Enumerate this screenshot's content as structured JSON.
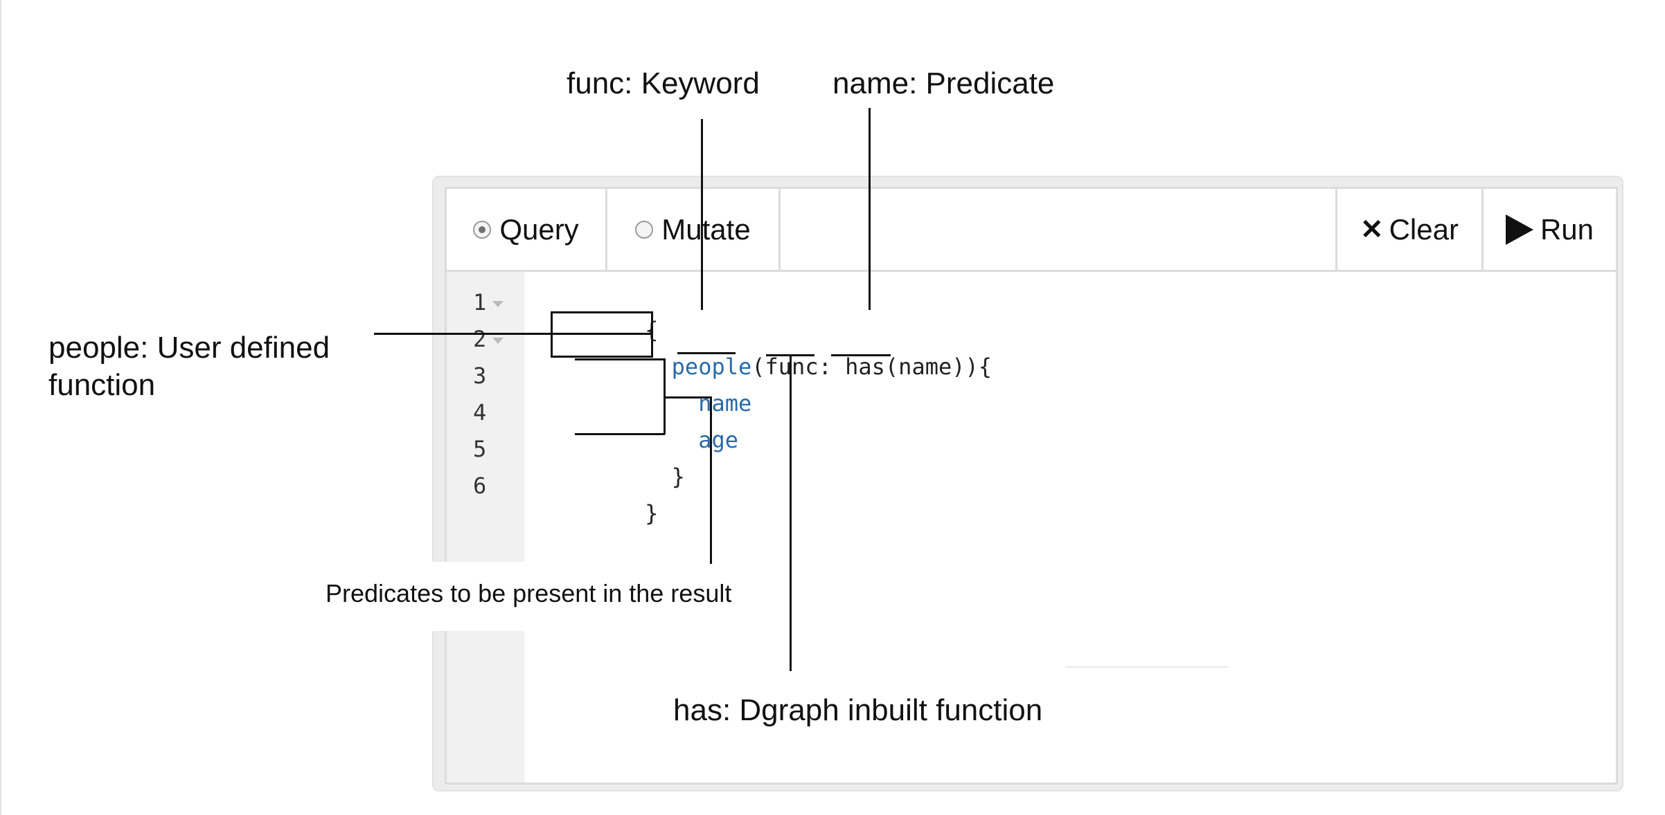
{
  "toolbar": {
    "query_label": "Query",
    "mutate_label": "Mutate",
    "clear_label": "Clear",
    "run_label": "Run",
    "selected_mode": "Query"
  },
  "editor": {
    "line_numbers": [
      "1",
      "2",
      "3",
      "4",
      "5",
      "6"
    ],
    "lines": [
      {
        "parts": [
          {
            "text": "{",
            "cls": "plain"
          }
        ]
      },
      {
        "parts": [
          {
            "text": "  ",
            "cls": "plain"
          },
          {
            "text": "people",
            "cls": "kw"
          },
          {
            "text": "(func: has(name)){",
            "cls": "plain"
          }
        ]
      },
      {
        "parts": [
          {
            "text": "    ",
            "cls": "plain"
          },
          {
            "text": "name",
            "cls": "kw"
          }
        ]
      },
      {
        "parts": [
          {
            "text": "    ",
            "cls": "plain"
          },
          {
            "text": "age",
            "cls": "kw"
          }
        ]
      },
      {
        "parts": [
          {
            "text": "  }",
            "cls": "plain"
          }
        ]
      },
      {
        "parts": [
          {
            "text": "}",
            "cls": "plain"
          }
        ]
      }
    ]
  },
  "annotations": {
    "func_keyword": "func: Keyword",
    "name_predicate": "name: Predicate",
    "people_line1": "people: User defined",
    "people_line2": " function",
    "predicates_result": "Predicates to be present in the result",
    "has_function": "has: Dgraph inbuilt function"
  },
  "colors": {
    "keyword": "#2a6aa8",
    "text": "#222222",
    "gutter": "#f1f1f1",
    "frame": "#ececec"
  }
}
